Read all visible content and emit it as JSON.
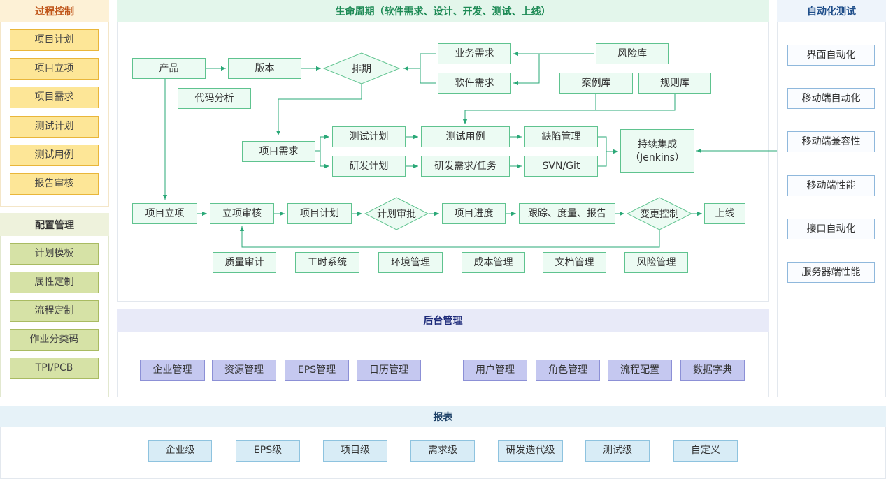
{
  "left": {
    "process_title": "过程控制",
    "process_items": [
      "项目计划",
      "项目立项",
      "项目需求",
      "测试计划",
      "测试用例",
      "报告审核"
    ],
    "config_title": "配置管理",
    "config_items": [
      "计划模板",
      "属性定制",
      "流程定制",
      "作业分类码",
      "TPI/PCB"
    ]
  },
  "lifecycle": {
    "title": "生命周期（软件需求、设计、开发、测试、上线）",
    "product": "产品",
    "version": "版本",
    "schedule": "排期",
    "biz_req": "业务需求",
    "sw_req": "软件需求",
    "risk_lib": "风险库",
    "case_lib": "案例库",
    "rule_lib": "规则库",
    "code_analysis": "代码分析",
    "proj_req": "项目需求",
    "test_plan": "测试计划",
    "test_case": "测试用例",
    "defect_mgmt": "缺陷管理",
    "ci_line1": "持续集成",
    "ci_line2": "（Jenkins）",
    "dev_plan": "研发计划",
    "dev_task": "研发需求/任务",
    "svn": "SVN/Git",
    "proj_init": "项目立项",
    "init_review": "立项审核",
    "proj_plan": "项目计划",
    "plan_approve": "计划审批",
    "progress": "项目进度",
    "tracking": "跟踪、度量、报告",
    "change_ctrl": "变更控制",
    "online": "上线",
    "quality": "质量审计",
    "timesheet": "工时系统",
    "env": "环境管理",
    "cost": "成本管理",
    "doc": "文档管理",
    "risk_mgmt": "风险管理"
  },
  "backend": {
    "title": "后台管理",
    "items": [
      "企业管理",
      "资源管理",
      "EPS管理",
      "日历管理",
      "用户管理",
      "角色管理",
      "流程配置",
      "数据字典"
    ]
  },
  "auto": {
    "title": "自动化测试",
    "items": [
      "界面自动化",
      "移动端自动化",
      "移动端兼容性",
      "移动端性能",
      "接口自动化",
      "服务器端性能"
    ]
  },
  "report": {
    "title": "报表",
    "items": [
      "企业级",
      "EPS级",
      "项目级",
      "需求级",
      "研发迭代级",
      "测试级",
      "自定义"
    ]
  },
  "colors": {
    "green_line": "#2aa877",
    "process_header_text": "#c0561a",
    "lifecycle_header_bg": "#e3f6eb",
    "backend_header_bg": "#e8eaf8",
    "auto_header_text": "#1f4e8a",
    "report_header_bg": "#e6f2f8"
  }
}
